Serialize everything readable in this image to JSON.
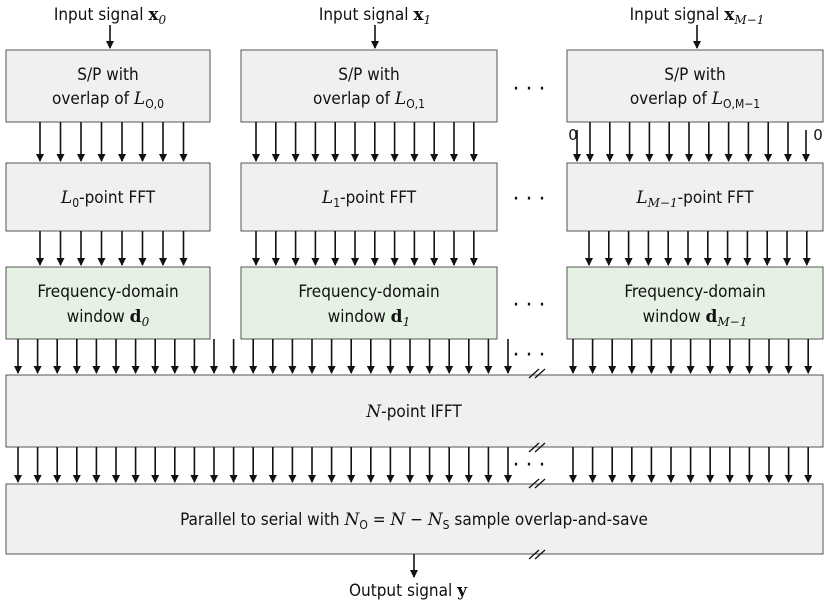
{
  "inputs": [
    {
      "prefix": "Input signal ",
      "var": "x",
      "sub": "0"
    },
    {
      "prefix": "Input signal ",
      "var": "x",
      "sub": "1"
    },
    {
      "prefix": "Input signal ",
      "var": "x",
      "sub": "M−1"
    }
  ],
  "sp_blocks": [
    {
      "line1": "S/P with",
      "line2_prefix": "overlap of ",
      "var": "L",
      "sub": "O,0"
    },
    {
      "line1": "S/P with",
      "line2_prefix": "overlap of ",
      "var": "L",
      "sub": "O,1"
    },
    {
      "line1": "S/P with",
      "line2_prefix": "overlap of ",
      "var": "L",
      "sub": "O,M−1"
    }
  ],
  "fft_blocks": [
    {
      "var": "L",
      "sub": "0",
      "suffix": "-point FFT"
    },
    {
      "var": "L",
      "sub": "1",
      "suffix": "-point FFT"
    },
    {
      "var": "L",
      "sub": "M−1",
      "suffix": "-point FFT"
    }
  ],
  "window_blocks": [
    {
      "line1": "Frequency-domain",
      "line2_prefix": "window ",
      "var": "d",
      "sub": "0"
    },
    {
      "line1": "Frequency-domain",
      "line2_prefix": "window ",
      "var": "d",
      "sub": "1"
    },
    {
      "line1": "Frequency-domain",
      "line2_prefix": "window ",
      "var": "d",
      "sub": "M−1"
    }
  ],
  "ifft": {
    "var": "N",
    "suffix": "-point IFFT"
  },
  "ps": {
    "prefix": "Parallel to serial with ",
    "var1": "N",
    "sub1": "O",
    "eq": " = ",
    "var2": "N",
    "minus": " − ",
    "var3": "N",
    "sub3": "S",
    "suffix": " sample overlap-and-save"
  },
  "output": {
    "prefix": "Output signal ",
    "var": "y"
  },
  "ellipsis": "···",
  "zero_label": "0",
  "colors": {
    "gray_box": "#f0f0f0",
    "green_box": "#e5f2e3",
    "border": "#555555"
  }
}
